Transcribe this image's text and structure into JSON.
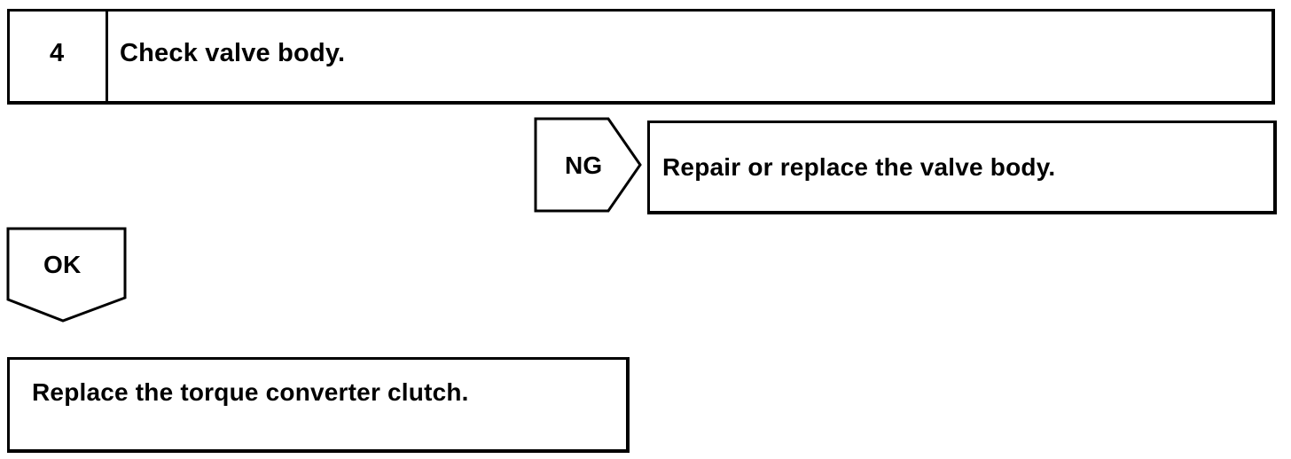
{
  "step": {
    "number": "4",
    "title": "Check valve body."
  },
  "ng_branch": {
    "label": "NG",
    "action": "Repair or replace the valve body."
  },
  "ok_branch": {
    "label": "OK",
    "action": "Replace the torque converter clutch."
  }
}
